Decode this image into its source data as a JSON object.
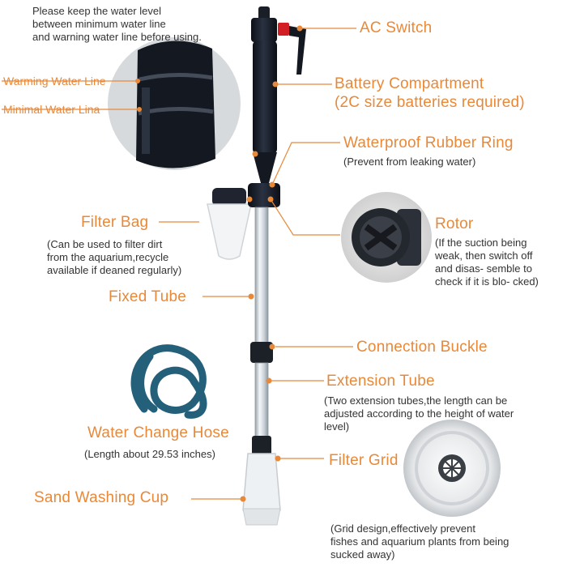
{
  "colors": {
    "accent": "#e8893a",
    "text": "#333333",
    "device": "#1c2230",
    "hose": "#24607a"
  },
  "top_note": [
    "Please keep the water level",
    "between minimum water line",
    "and warning water line before using."
  ],
  "level_labels": {
    "warning": "Warming Water Line",
    "minimal": "Minimal Water Lina"
  },
  "callouts": {
    "ac_switch": {
      "title": "AC Switch"
    },
    "battery": {
      "title": "Battery Compartment",
      "subtitle": "(2C size batteries required)"
    },
    "rubber_ring": {
      "title": "Waterproof Rubber Ring",
      "note": "(Prevent from leaking water)"
    },
    "rotor": {
      "title": "Rotor",
      "note": [
        "(If the suction being",
        "weak, then switch off",
        "and disas- semble to",
        "check if it is blo- cked)"
      ]
    },
    "filter_bag": {
      "title": "Filter Bag",
      "note": [
        "(Can be used to filter dirt",
        "from the aquarium,recycle",
        "available if deaned regularly)"
      ]
    },
    "fixed_tube": {
      "title": "Fixed Tube"
    },
    "connection_buckle": {
      "title": "Connection Buckle"
    },
    "extension_tube": {
      "title": "Extension Tube",
      "note": [
        "(Two extension tubes,the length can be",
        "adjusted according to the height of water",
        "level)"
      ]
    },
    "hose": {
      "title": "Water Change Hose",
      "note": "(Length about 29.53 inches)"
    },
    "filter_grid": {
      "title": "Filter Grid",
      "note": [
        "(Grid design,effectively prevent",
        "fishes and aquarium plants from being",
        "sucked away)"
      ]
    },
    "sand_cup": {
      "title": "Sand Washing Cup"
    }
  }
}
